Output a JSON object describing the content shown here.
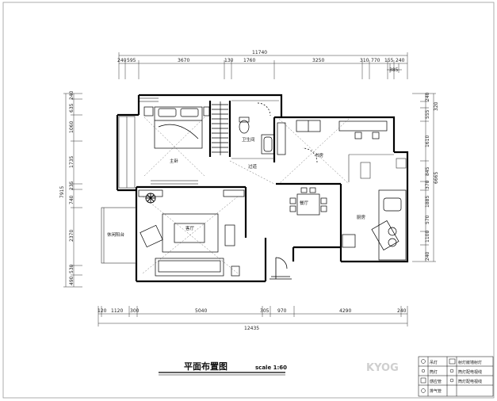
{
  "title": "平面布置图",
  "scale": "scale 1:60",
  "watermark": "KYOG",
  "top_dims": {
    "total": "11740",
    "segments": [
      "240",
      "595",
      "3670",
      "130",
      "1760",
      "3250",
      "310",
      "770",
      "155",
      "240"
    ],
    "extra": "385"
  },
  "bottom_dims": {
    "total": "12435",
    "segments": [
      "120",
      "1120",
      "300",
      "5040",
      "305",
      "970",
      "4290",
      "240"
    ]
  },
  "left_dims": {
    "total": "7915",
    "segments": [
      "240",
      "635",
      "1060",
      "1735",
      "235",
      "740",
      "2370",
      "530",
      "490"
    ]
  },
  "right_dims": {
    "total": "6665",
    "segments": [
      "320",
      "240",
      "555",
      "1610",
      "845",
      "370",
      "1885",
      "570",
      "1100",
      "240"
    ]
  },
  "rooms": {
    "master_bedroom": "主卧",
    "bathroom": "卫生间",
    "study": "书房",
    "corridor": "过道",
    "living_room": "客厅",
    "dining_room": "餐厅",
    "kitchen": "厨房",
    "leisure_balcony": "休闲阳台"
  },
  "legend": {
    "rows": [
      {
        "left": "吊灯",
        "right": "射灯嵌墙射灯"
      },
      {
        "left": "筒灯",
        "right": "筒灯配电视线"
      },
      {
        "left": "感应管",
        "right": "筒灯配电视线"
      },
      {
        "left": "排气管",
        "right": ""
      }
    ]
  }
}
